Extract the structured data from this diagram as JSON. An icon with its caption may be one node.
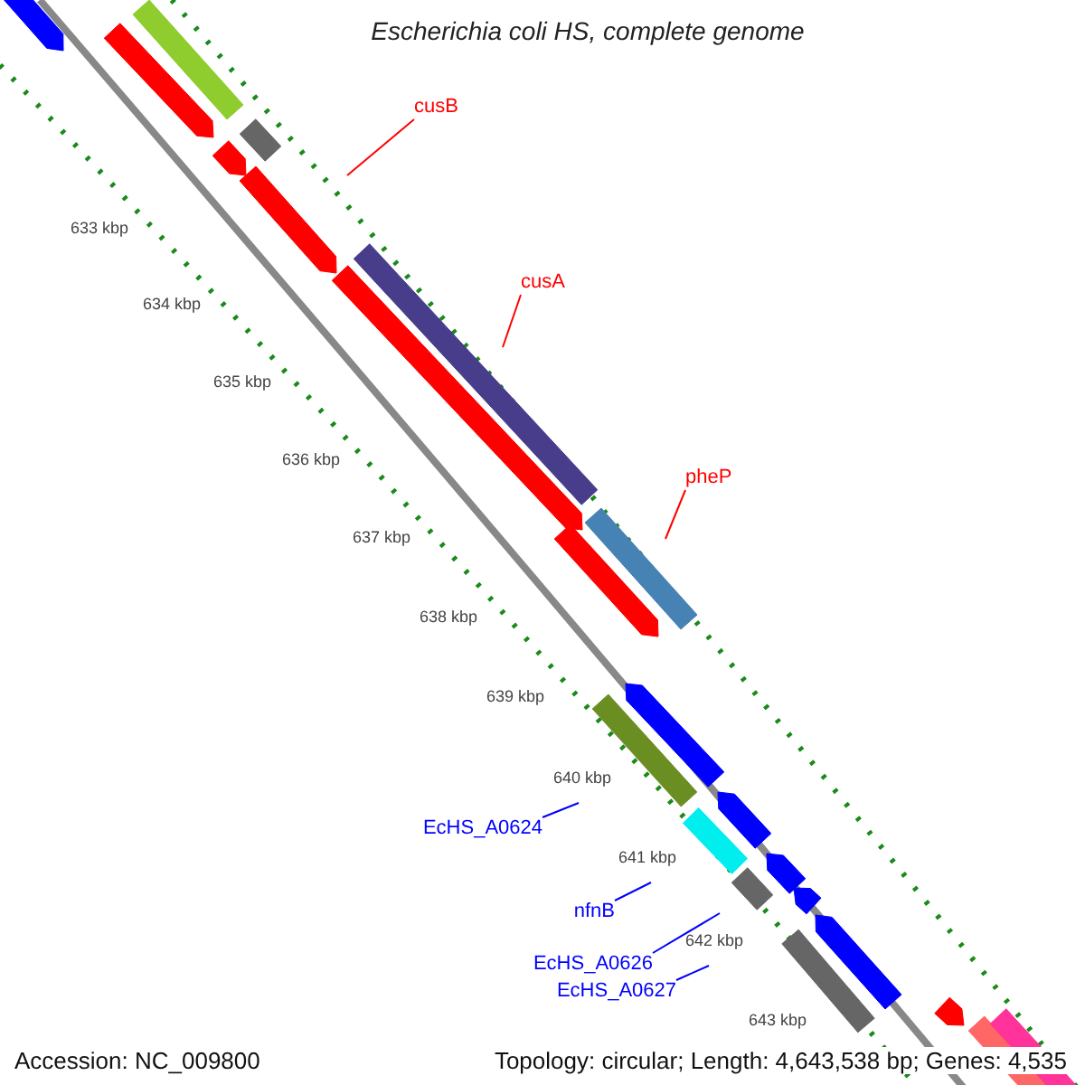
{
  "diagram": {
    "title": "Escherichia coli HS, complete genome",
    "nodes": [
      {
        "text": [
          "cusB"
        ]
      },
      {
        "text": [
          "cusA"
        ]
      },
      {
        "text": [
          "pheP"
        ]
      },
      {
        "text": [
          "EcHS_A0624"
        ]
      },
      {
        "text": [
          "nfnB"
        ]
      },
      {
        "text": [
          "EcHS_A0626"
        ]
      },
      {
        "text": [
          "EcHS_A0627"
        ]
      }
    ],
    "edges": [
      {
        "from": 0,
        "to": null,
        "arrow": "none",
        "color": "#ff0000"
      },
      {
        "from": 1,
        "to": null,
        "arrow": "none",
        "color": "#ff0000"
      },
      {
        "from": 2,
        "to": null,
        "arrow": "none",
        "color": "#ff0000"
      },
      {
        "from": 3,
        "to": null,
        "arrow": "none"
      },
      {
        "from": 4,
        "to": null,
        "arrow": "none"
      },
      {
        "from": 5,
        "to": null,
        "arrow": "none"
      },
      {
        "from": 6,
        "to": null,
        "arrow": "none"
      }
    ],
    "labels": [
      "633 kbp",
      "634 kbp",
      "635 kbp",
      "636 kbp",
      "637 kbp",
      "638 kbp",
      "639 kbp",
      "640 kbp",
      "641 kbp",
      "642 kbp",
      "643 kbp",
      "Accession: NC_009800",
      "Topology: circular; Length: 4,643,538 bp; Genes: 4,535"
    ]
  }
}
